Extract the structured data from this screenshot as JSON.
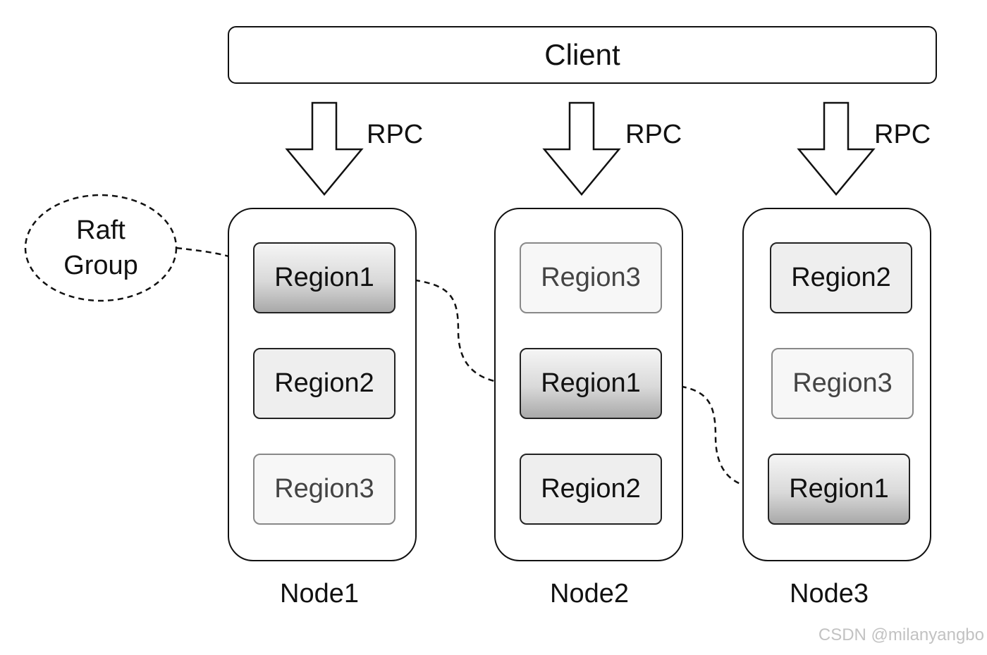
{
  "client": {
    "label": "Client"
  },
  "rpc": {
    "label": "RPC"
  },
  "raft_group": {
    "line1": "Raft",
    "line2": "Group"
  },
  "nodes": [
    {
      "label": "Node1",
      "regions": [
        "Region1",
        "Region2",
        "Region3"
      ]
    },
    {
      "label": "Node2",
      "regions": [
        "Region3",
        "Region1",
        "Region2"
      ]
    },
    {
      "label": "Node3",
      "regions": [
        "Region2",
        "Region3",
        "Region1"
      ]
    }
  ],
  "watermark": "CSDN @milanyangbo"
}
